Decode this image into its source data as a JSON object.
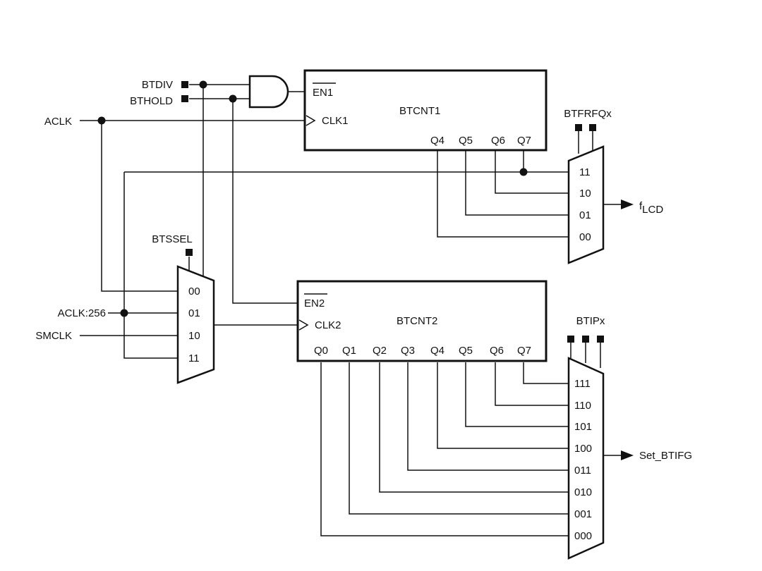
{
  "signals": {
    "btdiv": "BTDIV",
    "bthold": "BTHOLD",
    "aclk": "ACLK",
    "aclk256": "ACLK:256",
    "smclk": "SMCLK",
    "btssel": "BTSSEL",
    "btfrfqx": "BTFRFQx",
    "btipx": "BTIPx",
    "flcd_main": "f",
    "flcd_sub": "LCD",
    "set_btifg": "Set_BTIFG"
  },
  "btcnt1": {
    "name": "BTCNT1",
    "en": "EN1",
    "clk": "CLK1",
    "outputs": [
      "Q4",
      "Q5",
      "Q6",
      "Q7"
    ]
  },
  "btcnt2": {
    "name": "BTCNT2",
    "en": "EN2",
    "clk": "CLK2",
    "outputs": [
      "Q0",
      "Q1",
      "Q2",
      "Q3",
      "Q4",
      "Q5",
      "Q6",
      "Q7"
    ]
  },
  "mux_select": {
    "inputs": [
      "00",
      "01",
      "10",
      "11"
    ]
  },
  "mux_flcd": {
    "inputs": [
      "11",
      "10",
      "01",
      "00"
    ]
  },
  "mux_btifg": {
    "inputs": [
      "111",
      "110",
      "101",
      "100",
      "011",
      "010",
      "001",
      "000"
    ]
  }
}
